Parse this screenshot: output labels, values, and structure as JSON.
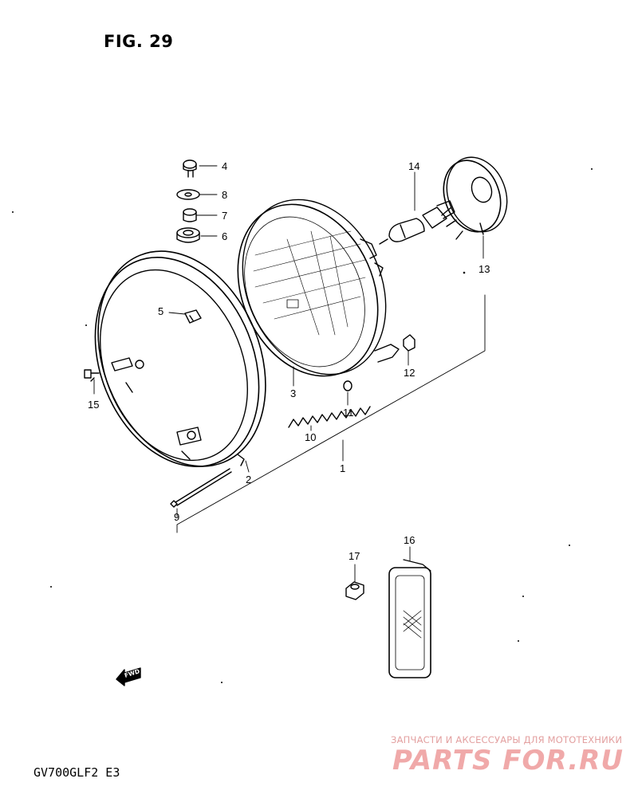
{
  "figure": {
    "title": "FIG. 29",
    "model_code": "GV700GLF2  E3"
  },
  "callouts": [
    {
      "id": "1",
      "label": "1"
    },
    {
      "id": "2",
      "label": "2"
    },
    {
      "id": "3",
      "label": "3"
    },
    {
      "id": "4",
      "label": "4"
    },
    {
      "id": "5",
      "label": "5"
    },
    {
      "id": "6",
      "label": "6"
    },
    {
      "id": "7",
      "label": "7"
    },
    {
      "id": "8",
      "label": "8"
    },
    {
      "id": "9",
      "label": "9"
    },
    {
      "id": "10",
      "label": "10"
    },
    {
      "id": "11",
      "label": "11"
    },
    {
      "id": "12",
      "label": "12"
    },
    {
      "id": "13",
      "label": "13"
    },
    {
      "id": "14",
      "label": "14"
    },
    {
      "id": "15",
      "label": "15"
    },
    {
      "id": "16",
      "label": "16"
    },
    {
      "id": "17",
      "label": "17"
    }
  ],
  "fwd_marker": {
    "label": "FWD"
  },
  "watermark": {
    "tagline": "ЗАПЧАСТИ И АКСЕССУАРЫ ДЛЯ МОТОТЕХНИКИ",
    "logo": "PARTS FOR.RU",
    "color": "#f0a9a9"
  }
}
